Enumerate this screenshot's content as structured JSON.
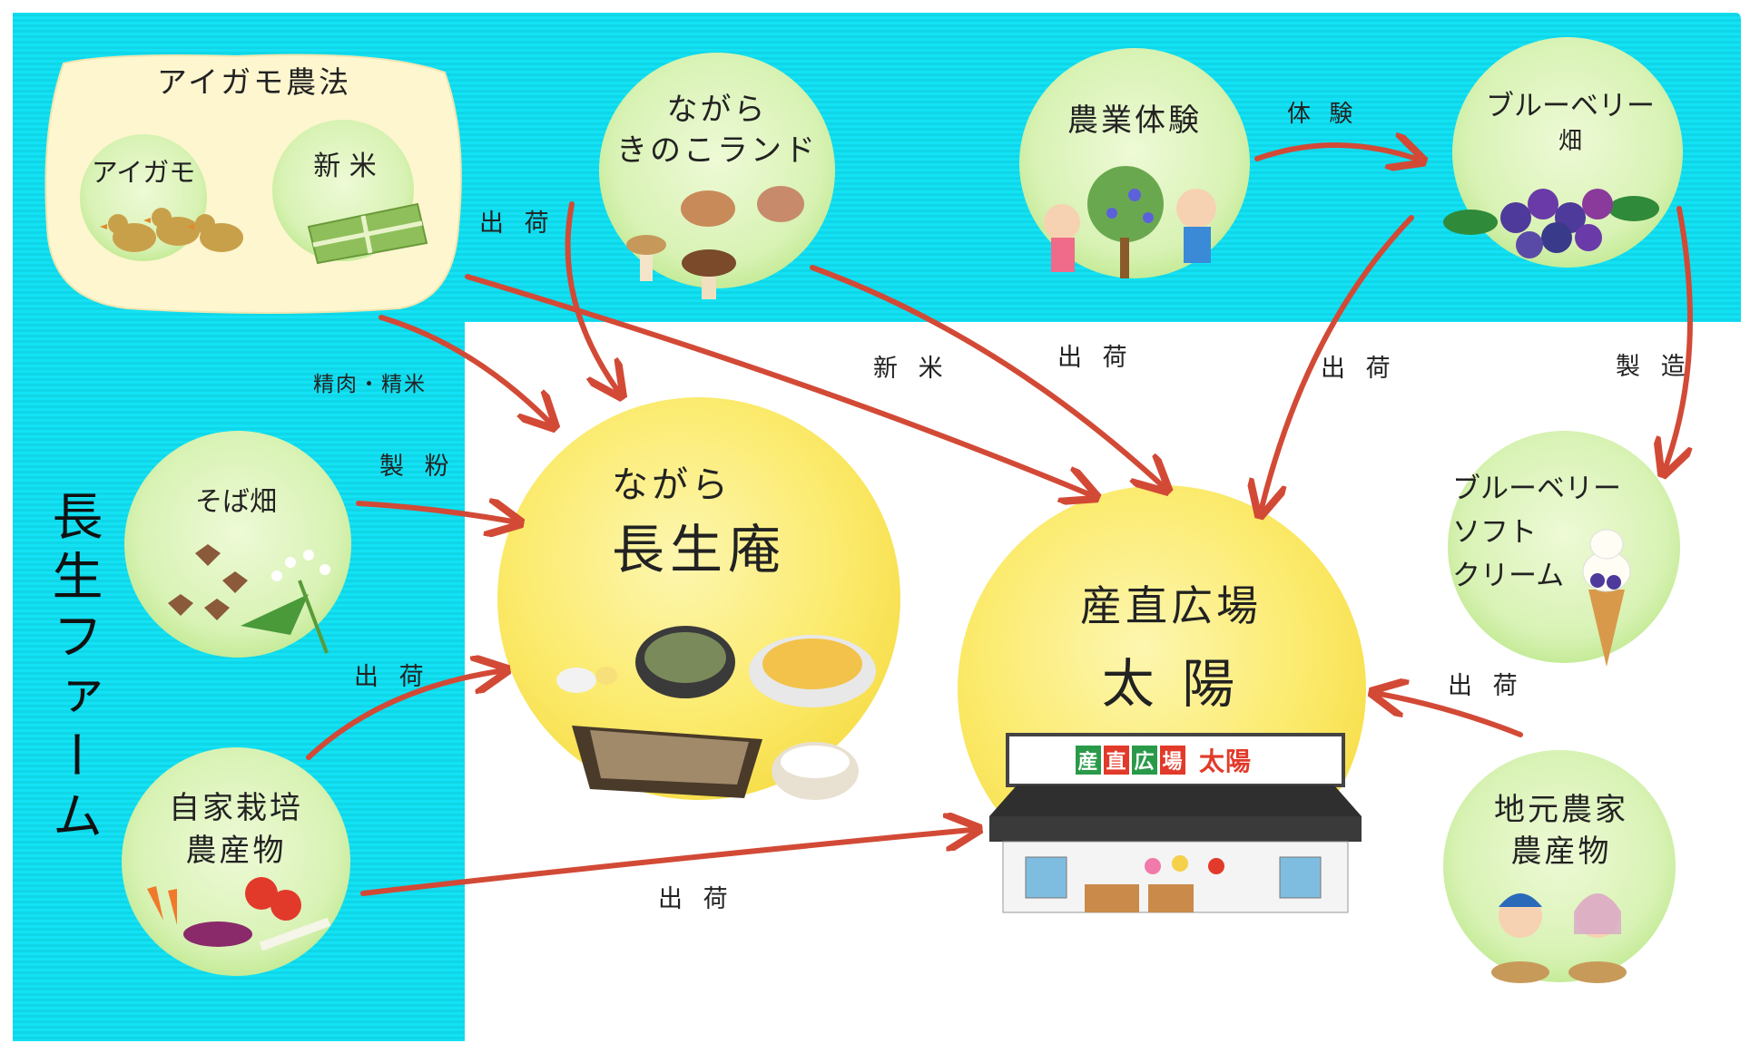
{
  "farm": {
    "label": "長生ファーム"
  },
  "aigamo_group": {
    "title": "アイガモ農法",
    "aigamo": "アイガモ",
    "shinmai": "新 米"
  },
  "nodes": {
    "kinoko": [
      "ながら",
      "きのこランド"
    ],
    "nogyo": "農業体験",
    "blueberry_field": [
      "ブルーベリー",
      "畑"
    ],
    "soba_field": "そば畑",
    "jika": [
      "自家栽培",
      "農産物"
    ],
    "chochoan": {
      "top": "ながら",
      "main": "長生庵"
    },
    "taiyo": {
      "top": "産直広場",
      "main": "太 陽"
    },
    "softcream": [
      "ブルーベリー",
      "ソフト",
      "クリーム"
    ],
    "jimoto": [
      "地元農家",
      "農産物"
    ]
  },
  "store_sign": {
    "left": [
      "産",
      "直",
      "広",
      "場"
    ],
    "right": "太陽"
  },
  "arrows": {
    "shukka_kinoko": "出 荷",
    "seiniku": "精肉・精米",
    "shinmai": "新 米",
    "shukka_center": "出 荷",
    "taiken": "体 験",
    "shukka_bb": "出 荷",
    "seizo": "製 造",
    "seifun": "製 粉",
    "shukka_jika_up": "出 荷",
    "shukka_jika_low": "出 荷",
    "shukka_jimoto": "出 荷"
  },
  "colors": {
    "cyan": "#12e2f4",
    "cyan_stripe": "#0dd3e6",
    "cream": "#fdf6cf",
    "green_bubble": "#d8f2b4",
    "yellow_bubble": "#fbea6a",
    "arrow": "#d24a36"
  }
}
